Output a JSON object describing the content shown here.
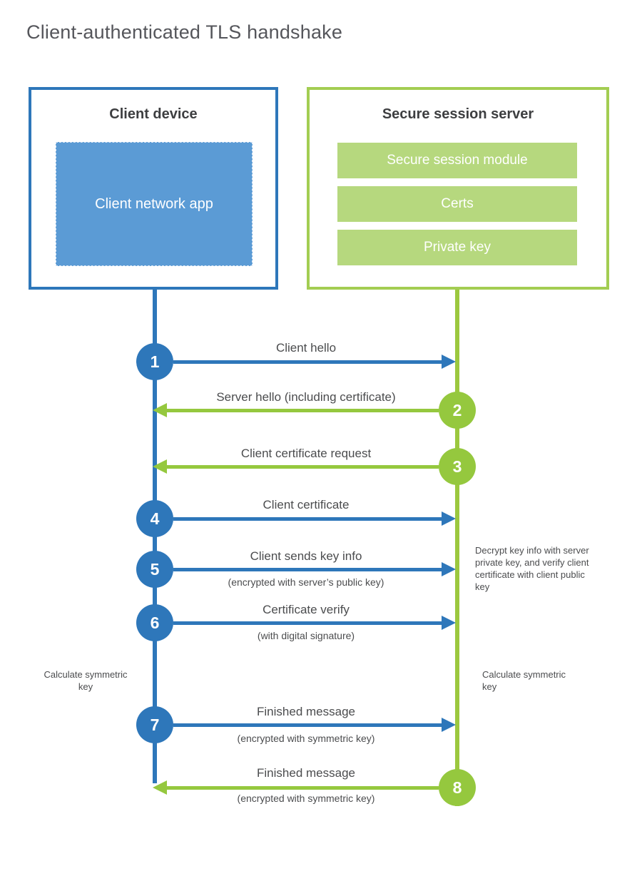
{
  "title": "Client-authenticated TLS handshake",
  "client": {
    "title": "Client device",
    "app_label": "Client network app"
  },
  "server": {
    "title": "Secure session server",
    "modules": [
      "Secure session module",
      "Certs",
      "Private key"
    ]
  },
  "steps": [
    {
      "num": "1",
      "label": "Client hello",
      "direction": "right",
      "actor": "client"
    },
    {
      "num": "2",
      "label": "Server hello (including certificate)",
      "direction": "left",
      "actor": "server"
    },
    {
      "num": "3",
      "label": "Client certificate request",
      "direction": "left",
      "actor": "server"
    },
    {
      "num": "4",
      "label": "Client certificate",
      "direction": "right",
      "actor": "client"
    },
    {
      "num": "5",
      "label": "Client sends key info",
      "sub": "(encrypted with server’s public key)",
      "direction": "right",
      "actor": "client"
    },
    {
      "num": "6",
      "label": "Certificate verify",
      "sub": "(with digital signature)",
      "direction": "right",
      "actor": "client"
    },
    {
      "num": "7",
      "label": "Finished message",
      "sub": "(encrypted with symmetric key)",
      "direction": "right",
      "actor": "client"
    },
    {
      "num": "8",
      "label": "Finished message",
      "sub": "(encrypted with symmetric key)",
      "direction": "left",
      "actor": "server"
    }
  ],
  "notes": {
    "decrypt": "Decrypt key info with server private key, and verify client certificate with client public key",
    "calc_left": "Calculate symmetric key",
    "calc_right": "Calculate symmetric key"
  },
  "colors": {
    "blue": "#2e77ba",
    "app_blue": "#5b9bd5",
    "green": "#95c83e",
    "box_green": "#a3cd52",
    "bar_green": "#b6d87e"
  }
}
